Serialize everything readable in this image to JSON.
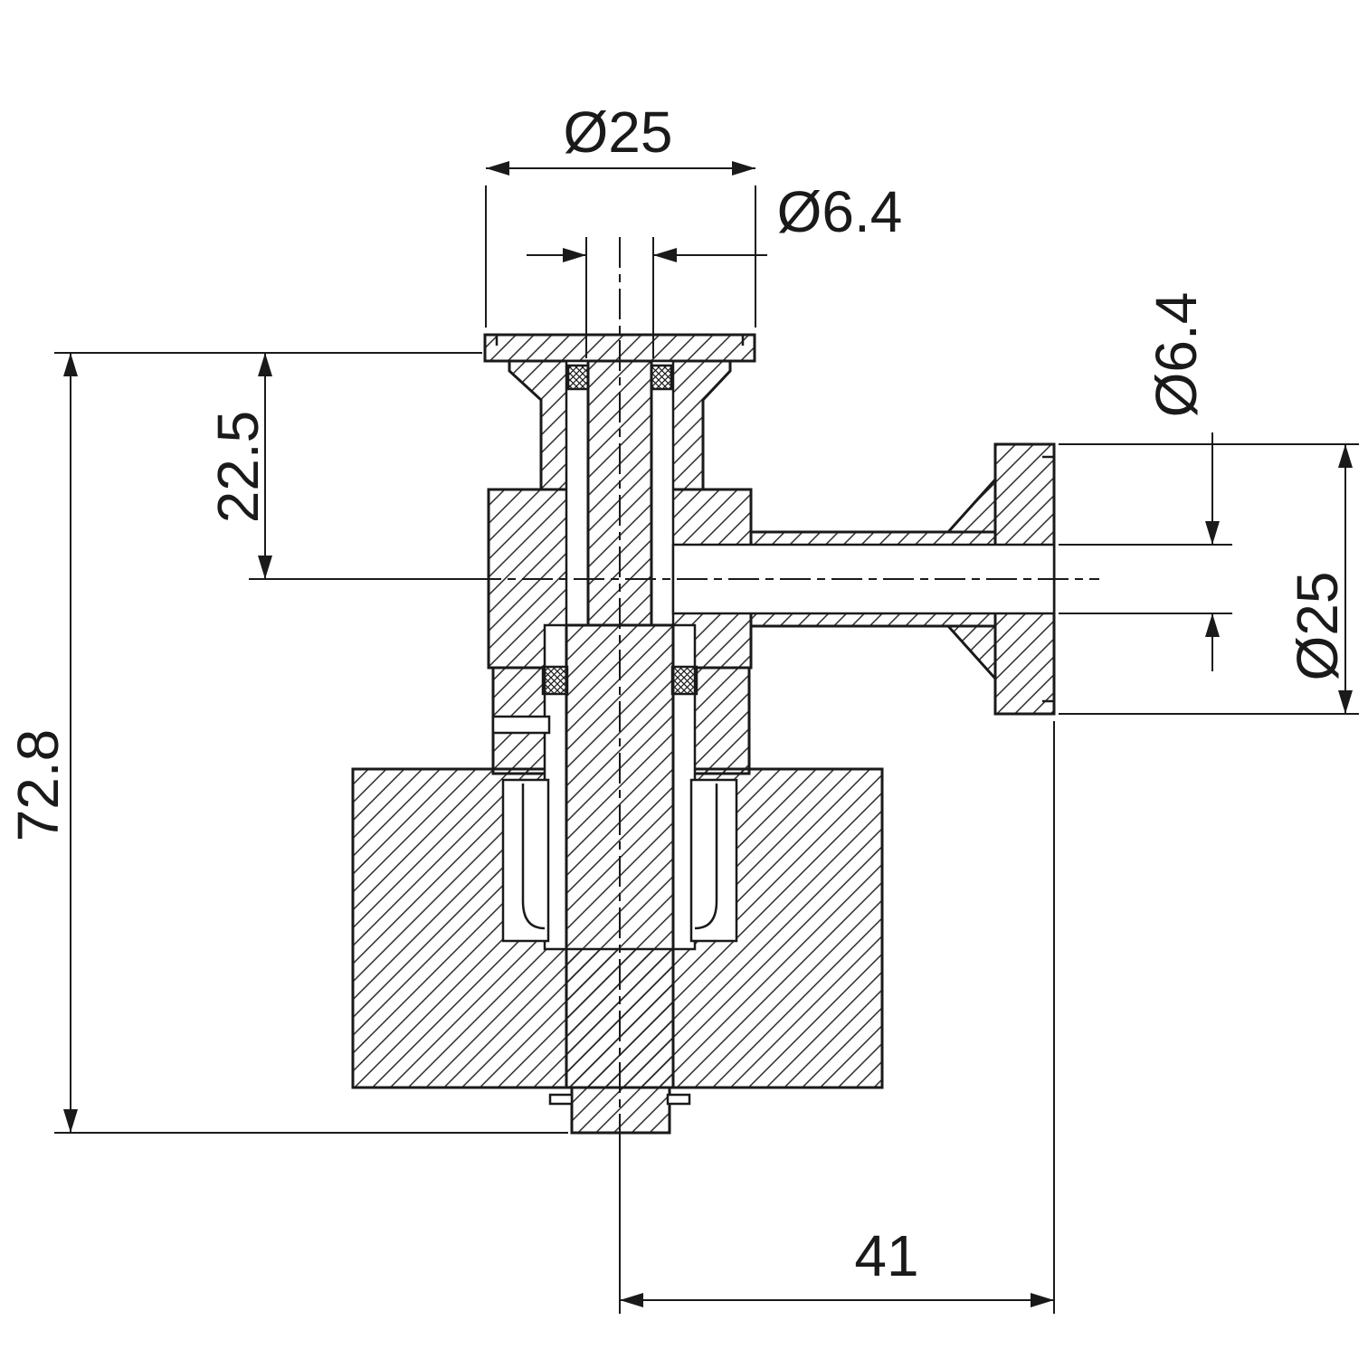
{
  "drawing": {
    "type": "technical-section-drawing",
    "line_color": "#1a1a1a",
    "background_color": "#ffffff",
    "dims": {
      "top_flange_od": "Ø25",
      "top_bore": "Ø6.4",
      "stem_offset": "22.5",
      "overall_height": "72.8",
      "port_length": "41",
      "side_bore": "Ø6.4",
      "side_flange_od": "Ø25"
    }
  }
}
